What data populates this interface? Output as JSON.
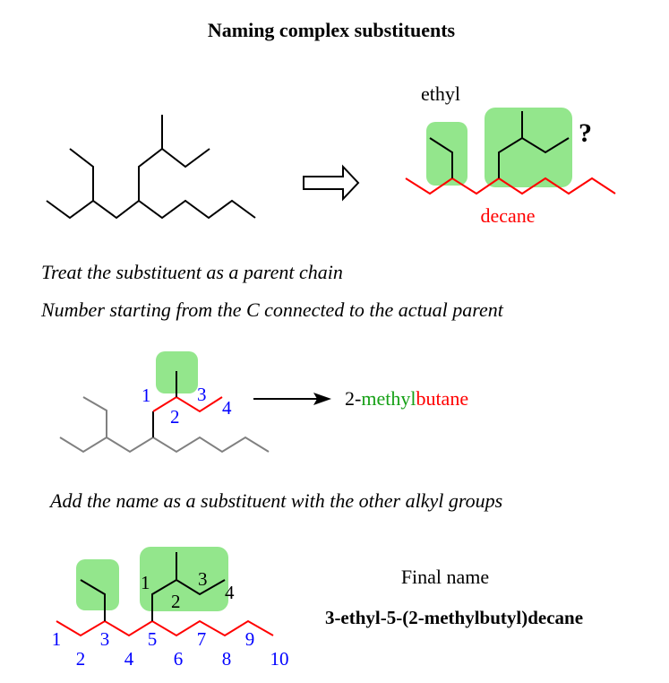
{
  "title": "Naming complex substituents",
  "step1": {
    "ethyl_label": "ethyl",
    "question_mark": "?",
    "parent_label": "decane"
  },
  "instructions": {
    "line1": "Treat the substituent as a parent chain",
    "line2": "Number starting from the C connected to the actual parent",
    "line3": "Add the name as a substituent with the other alkyl groups"
  },
  "step2": {
    "numbers": [
      "1",
      "2",
      "3",
      "4"
    ],
    "result_prefix": "2-",
    "result_substituent": "methyl",
    "result_parent": "butane"
  },
  "step3": {
    "substituent_numbers": [
      "1",
      "2",
      "3",
      "4"
    ],
    "chain_numbers": [
      "1",
      "2",
      "3",
      "4",
      "5",
      "6",
      "7",
      "8",
      "9",
      "10"
    ],
    "final_label": "Final name",
    "final_name": "3-ethyl-5-(2-methylbutyl)decane"
  },
  "colors": {
    "parent": "#ff0000",
    "highlight": "#93e68c",
    "numbers": "#0000ff",
    "methyl_text": "#16a016",
    "faded": "#808080"
  }
}
